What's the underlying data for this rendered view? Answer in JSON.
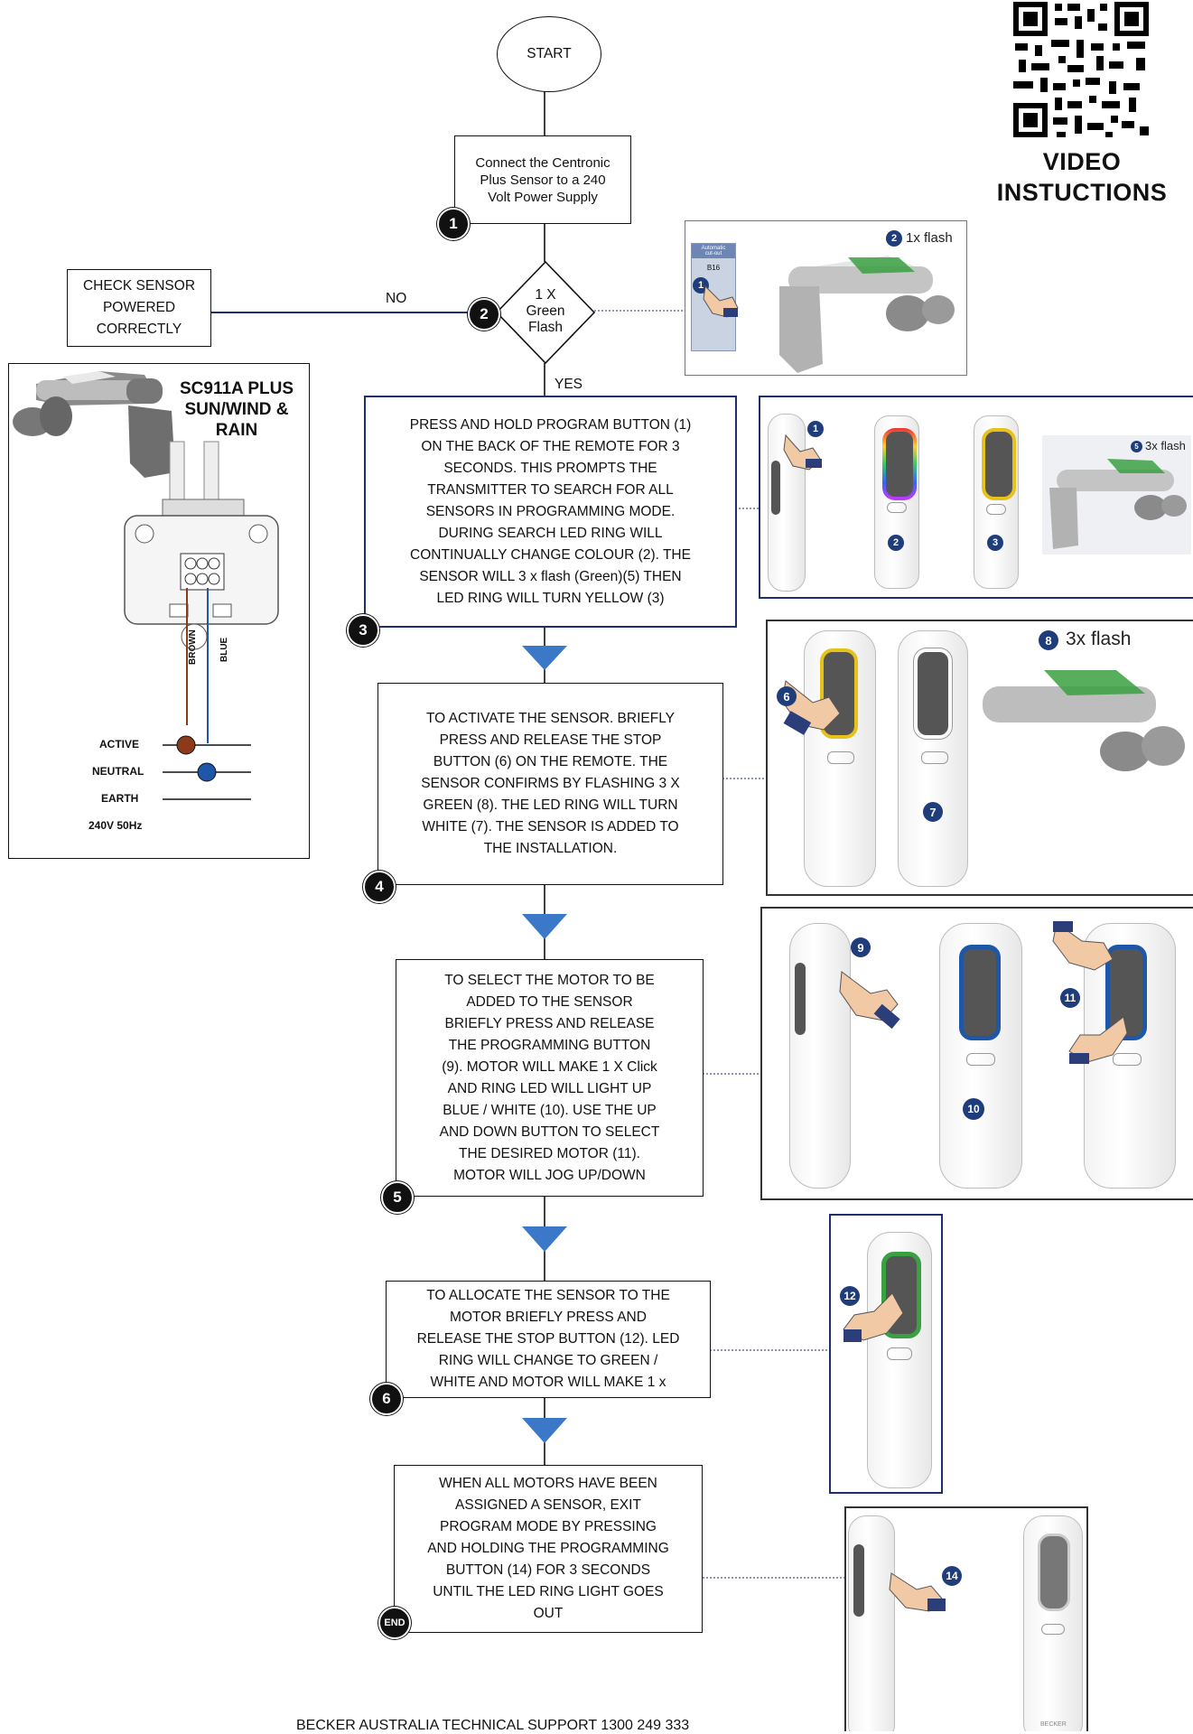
{
  "qr": {
    "title_line1": "VIDEO",
    "title_line2": "INSTUCTIONS"
  },
  "flow": {
    "start": "START",
    "step1": "Connect the Centronic\nPlus Sensor to a 240\nVolt Power Supply",
    "decision": "1 X\nGreen\nFlash",
    "no_label": "NO",
    "yes_label": "YES",
    "check": "CHECK SENSOR\nPOWERED\nCORRECTLY",
    "step3": "PRESS AND HOLD PROGRAM BUTTON (1)\nON THE BACK OF THE REMOTE FOR 3\nSECONDS. THIS PROMPTS THE\nTRANSMITTER TO SEARCH FOR ALL\nSENSORS IN PROGRAMMING MODE.\nDURING SEARCH LED RING WILL\nCONTINUALLY CHANGE COLOUR (2). THE\nSENSOR  WILL 3 x  flash (Green)(5)  THEN\nLED RING WILL TURN YELLOW (3)",
    "step4": "TO ACTIVATE THE SENSOR. BRIEFLY\nPRESS AND RELEASE THE STOP\nBUTTON (6) ON THE REMOTE. THE\nSENSOR CONFIRMS BY FLASHING 3 X\nGREEN (8). THE LED RING WILL TURN\nWHITE (7). THE SENSOR IS ADDED TO\nTHE INSTALLATION.",
    "step5": "TO SELECT THE MOTOR TO BE\nADDED TO THE SENSOR\nBRIEFLY PRESS AND RELEASE\nTHE PROGRAMMING BUTTON\n(9). MOTOR WILL MAKE 1 X Click\nAND  RING LED WILL LIGHT UP\nBLUE / WHITE (10). USE THE UP\nAND DOWN BUTTON TO SELECT\nTHE DESIRED MOTOR (11).\nMOTOR WILL JOG UP/DOWN",
    "step6": "TO ALLOCATE THE SENSOR TO THE\nMOTOR BRIEFLY PRESS AND\nRELEASE THE STOP BUTTON (12). LED\nRING WILL CHANGE TO GREEN /\nWHITE AND MOTOR WILL MAKE 1 x",
    "step7": "WHEN ALL MOTORS HAVE BEEN\nASSIGNED A SENSOR, EXIT\nPROGRAM MODE BY PRESSING\nAND HOLDING THE PROGRAMMING\nBUTTON (14) FOR 3 SECONDS\nUNTIL THE LED RING LIGHT GOES\nOUT",
    "badges": [
      "1",
      "2",
      "3",
      "4",
      "5",
      "6",
      "END"
    ]
  },
  "wiring": {
    "title": "SC911A PLUS\nSUN/WIND &\nRAIN",
    "wire_brown": "BROWN",
    "wire_blue": "BLUE",
    "active": "ACTIVE",
    "neutral": "NEUTRAL",
    "earth": "EARTH",
    "supply": "240V 50Hz"
  },
  "panels": {
    "p2_flash": "1x flash",
    "p2_num_a": "2",
    "p2_num_b": "1",
    "p2_breaker_top": "Automatic\ncut-out",
    "p2_breaker_mid": "B16",
    "p3_flash": "3x flash",
    "p3_nums": [
      "1",
      "2",
      "3",
      "5"
    ],
    "p4_flash": "3x flash",
    "p4_nums": [
      "6",
      "7",
      "8"
    ],
    "p5_nums": [
      "9",
      "10",
      "11"
    ],
    "p6_num": "12",
    "p7_num": "14",
    "brand": "BECKER"
  },
  "footer": "BECKER AUSTRALIA TECHNICAL SUPPORT 1300 249 333",
  "colors": {
    "navy": "#1f2f6b",
    "arrow": "#3b78c8",
    "brown": "#8b3a1a",
    "blue": "#1f57a8",
    "green": "#3aa142",
    "yellow": "#e6c21a"
  }
}
